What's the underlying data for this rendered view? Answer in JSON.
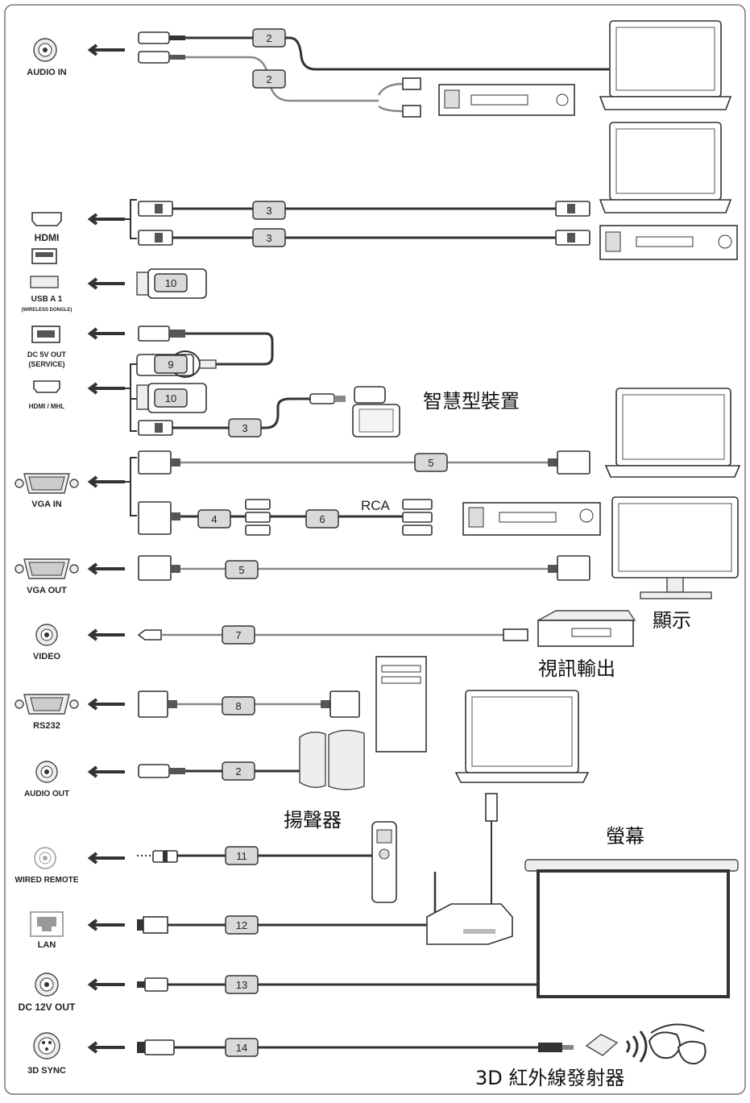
{
  "ports": [
    {
      "id": "audio-in",
      "label": "AUDIO IN"
    },
    {
      "id": "hdmi",
      "label": "HDMI"
    },
    {
      "id": "usb-a1",
      "label": "USB A 1",
      "sublabel": "(WIRELESS DONGLE)"
    },
    {
      "id": "dc5v",
      "label": "DC 5V OUT",
      "sublabel": "(SERVICE)"
    },
    {
      "id": "hdmi-mhl",
      "label": "HDMI / MHL"
    },
    {
      "id": "vga-in",
      "label": "VGA IN"
    },
    {
      "id": "vga-out",
      "label": "VGA OUT"
    },
    {
      "id": "video",
      "label": "VIDEO"
    },
    {
      "id": "rs232",
      "label": "RS232"
    },
    {
      "id": "audio-out",
      "label": "AUDIO OUT"
    },
    {
      "id": "wired-remote",
      "label": "WIRED REMOTE"
    },
    {
      "id": "lan",
      "label": "LAN"
    },
    {
      "id": "dc12v",
      "label": "DC 12V OUT"
    },
    {
      "id": "3dsync",
      "label": "3D SYNC"
    }
  ],
  "cables": [
    "2",
    "2",
    "3",
    "3",
    "10",
    "9",
    "10",
    "3",
    "5",
    "4",
    "6",
    "5",
    "7",
    "8",
    "2",
    "11",
    "12",
    "13",
    "14"
  ],
  "device_labels": {
    "smart_device": "智慧型裝置",
    "monitor": "顯示",
    "video_output": "視訊輸出",
    "speakers": "揚聲器",
    "screen": "螢幕",
    "ir_emitter": "3D 紅外線發射器",
    "rca": "RCA"
  }
}
